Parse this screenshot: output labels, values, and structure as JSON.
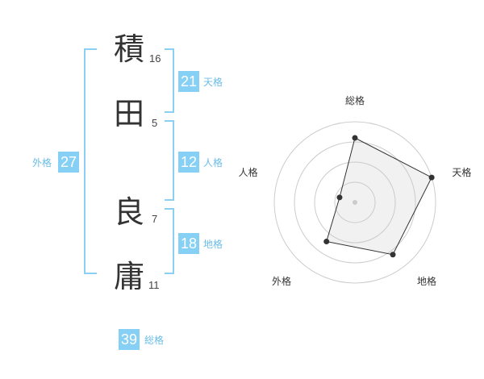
{
  "name": {
    "chars": [
      {
        "char": "積",
        "strokes": "16"
      },
      {
        "char": "田",
        "strokes": "5"
      },
      {
        "char": "良",
        "strokes": "7"
      },
      {
        "char": "庸",
        "strokes": "11"
      }
    ]
  },
  "kakusu": {
    "tenkaku": {
      "value": "21",
      "label": "天格"
    },
    "jinkaku": {
      "value": "12",
      "label": "人格"
    },
    "chikaku": {
      "value": "18",
      "label": "地格"
    },
    "gaikaku": {
      "value": "27",
      "label": "外格"
    },
    "soukaku": {
      "value": "39",
      "label": "総格"
    }
  },
  "colors": {
    "accent": "#86cff5",
    "bracket": "#8ccff5",
    "label": "#6bbde6"
  },
  "chart_data": {
    "type": "radar",
    "axes": [
      "総格",
      "天格",
      "地格",
      "外格",
      "人格"
    ],
    "values": [
      4,
      5,
      4,
      3,
      1
    ],
    "max": 5,
    "rings": 4
  }
}
